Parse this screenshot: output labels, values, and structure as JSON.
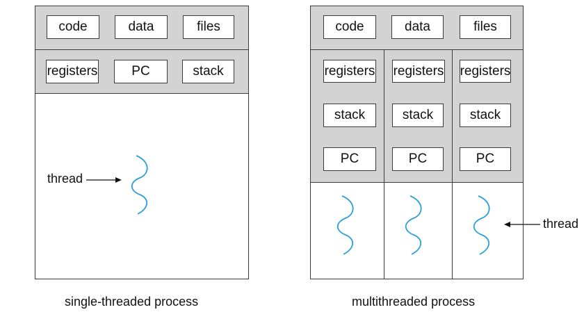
{
  "single": {
    "shared_items": [
      "code",
      "data",
      "files"
    ],
    "thread_items": [
      "registers",
      "PC",
      "stack"
    ],
    "thread_label": "thread",
    "caption": "single-threaded process"
  },
  "multi": {
    "shared_items": [
      "code",
      "data",
      "files"
    ],
    "threads": [
      {
        "registers": "registers",
        "stack": "stack",
        "pc": "PC"
      },
      {
        "registers": "registers",
        "stack": "stack",
        "pc": "PC"
      },
      {
        "registers": "registers",
        "stack": "stack",
        "pc": "PC"
      }
    ],
    "thread_label": "thread",
    "caption": "multithreaded process"
  },
  "colors": {
    "thread_wave": "#2a9fd8",
    "panel_gray": "#d3d3d3",
    "border": "#3a3a3a"
  }
}
